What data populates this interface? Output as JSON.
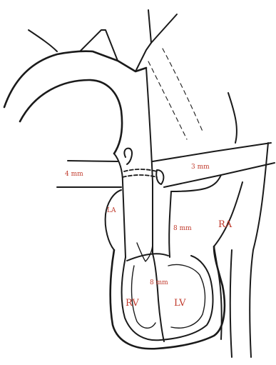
{
  "labels": {
    "aorta_mm": "4 mm",
    "pa_mm": "3 mm",
    "la": "LA",
    "septum_mm": "8 mm",
    "vsd_mm": "8 mm",
    "ra": "RA",
    "rv": "RV",
    "lv": "LV"
  },
  "colors": {
    "line": "#1a1a1a",
    "label": "#c0392b",
    "background": "#ffffff"
  }
}
